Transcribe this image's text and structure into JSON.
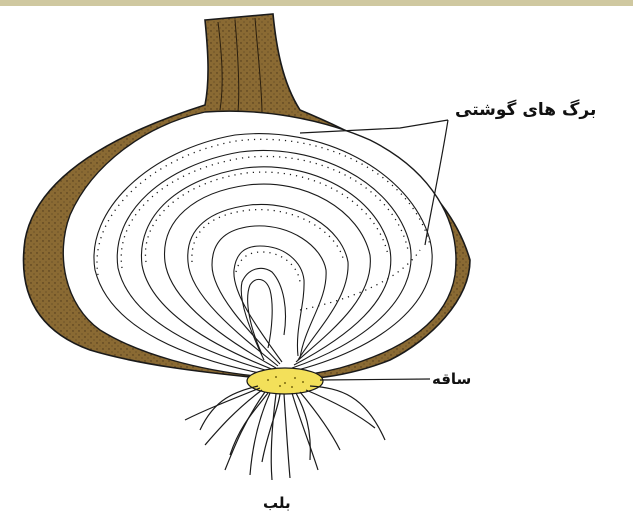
{
  "labels": {
    "fleshy_leaves": "برگ های گوشتی",
    "stem": "ساقه",
    "bulb": "بلب"
  },
  "colors": {
    "background": "#ffffff",
    "outer_skin": "#8a6a33",
    "outer_skin_dark": "#5a4320",
    "flesh": "#ffffff",
    "stem_plate": "#f3e05a",
    "lines": "#1a1a1a",
    "top_edge": "#b7b08a"
  }
}
